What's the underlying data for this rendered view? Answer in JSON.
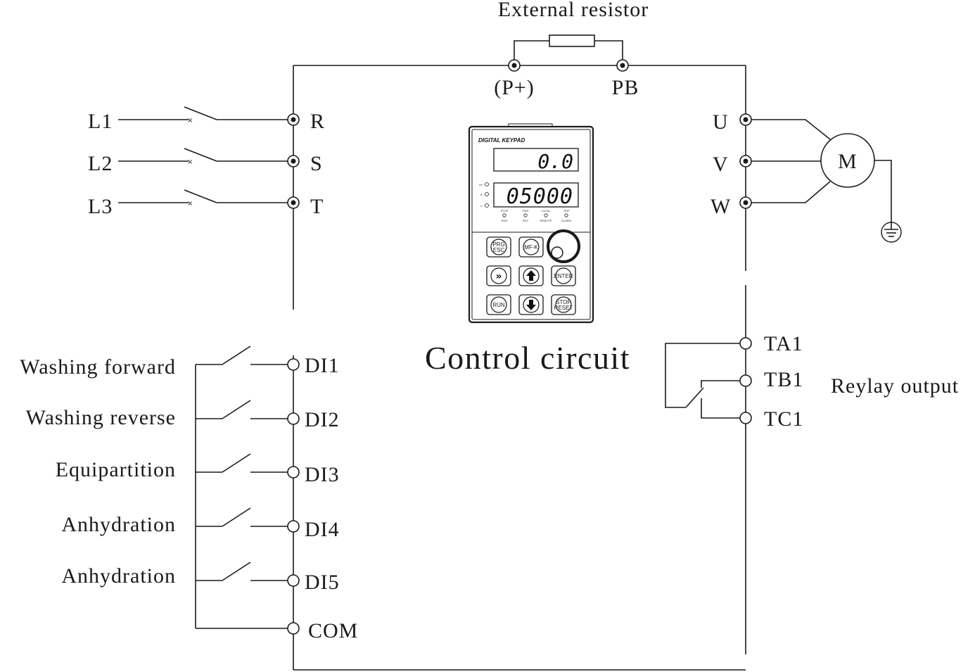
{
  "top": {
    "resistor_label": "External resistor",
    "p_plus": "(P+)",
    "pb": "PB"
  },
  "inputs": [
    {
      "line": "L1",
      "terminal": "R"
    },
    {
      "line": "L2",
      "terminal": "S"
    },
    {
      "line": "L3",
      "terminal": "T"
    }
  ],
  "outputs": [
    {
      "terminal": "U"
    },
    {
      "terminal": "V"
    },
    {
      "terminal": "W"
    }
  ],
  "motor": {
    "label": "M"
  },
  "keypad": {
    "brand": "DIGITAL KEYPAD",
    "display_top": "0.0",
    "display_main": "05000",
    "side_labels": [
      "Hz",
      "A",
      "V"
    ],
    "status_top": [
      "STOP",
      "FWD",
      "LOCAL",
      "TRIP"
    ],
    "status_bottom": [
      "RUN",
      "REV",
      "REMOTE",
      "ALARM"
    ],
    "keys": {
      "prg": "PRG",
      "esc": "ESC",
      "mfk": "MF-K",
      "enter": "ENTER",
      "run": "RUN",
      "stop": "STOP",
      "reset": "RESET"
    }
  },
  "control_title": "Control circuit",
  "digital_inputs": [
    {
      "label": "Washing forward",
      "terminal": "DI1"
    },
    {
      "label": "Washing reverse",
      "terminal": "DI2"
    },
    {
      "label": "Equipartition",
      "terminal": "DI3"
    },
    {
      "label": "Anhydration",
      "terminal": "DI4"
    },
    {
      "label": "Anhydration",
      "terminal": "DI5"
    }
  ],
  "com_terminal": "COM",
  "relay": {
    "terminals": [
      "TA1",
      "TB1",
      "TC1"
    ],
    "label": "Reylay output"
  }
}
